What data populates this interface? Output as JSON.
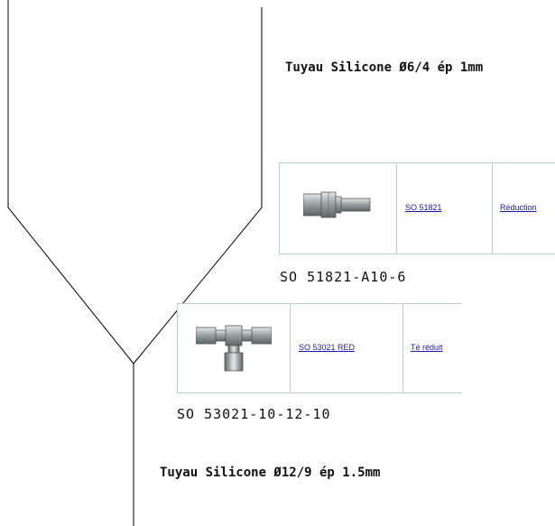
{
  "hose_top": {
    "label": "Tuyau Silicone Ø6/4 ép 1mm"
  },
  "hose_bottom": {
    "label": "Tuyau Silicone Ø12/9 ép 1.5mm"
  },
  "fitting_reducer": {
    "reference_link": "SO 51821",
    "type_link": "Réduction",
    "part_code": "SO 51821-A10-6",
    "image_icon": "straight-reducer-fitting"
  },
  "fitting_tee": {
    "reference_link": "SO 53021 RED",
    "type_link": "Té réduit",
    "part_code": "SO 53021-10-12-10",
    "image_icon": "reducing-tee-fitting"
  },
  "colors": {
    "link": "#1a1aa6",
    "table_border": "#b9cfd6",
    "line": "#000000",
    "metal": "#9aa3a6"
  }
}
